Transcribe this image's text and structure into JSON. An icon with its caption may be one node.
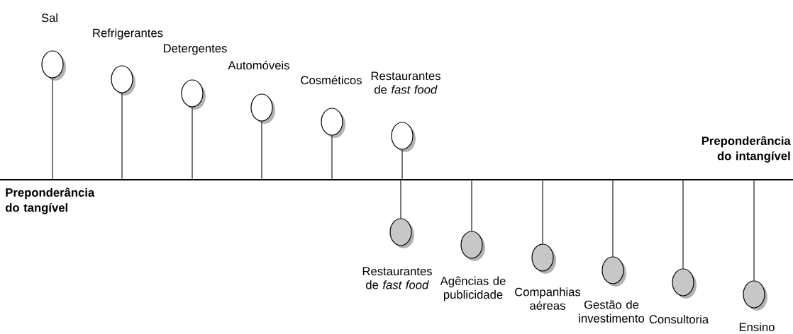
{
  "diagram": {
    "nodes": [
      {
        "text": [
          "Sal"
        ]
      },
      {
        "text": [
          "Refrigerantes"
        ]
      },
      {
        "text": [
          "Detergentes"
        ]
      },
      {
        "text": [
          "Automóveis"
        ]
      },
      {
        "text": [
          "Cosméticos"
        ]
      },
      {
        "text": [
          "Restaurantes de *fast food*"
        ]
      },
      {
        "text": [
          "Restaurantes de *fast food*"
        ]
      },
      {
        "text": [
          "Agências de publicidade"
        ]
      },
      {
        "text": [
          "Companhias aéreas"
        ]
      },
      {
        "text": [
          "Gestão de investimento"
        ]
      },
      {
        "text": [
          "Consultoria"
        ]
      },
      {
        "text": [
          "Ensino"
        ]
      },
      {
        "text": [],
        "shape": "bar"
      }
    ],
    "edges": [
      {
        "from": 0,
        "to": 12,
        "arrow": "none"
      },
      {
        "from": 1,
        "to": 12,
        "arrow": "none"
      },
      {
        "from": 2,
        "to": 12,
        "arrow": "none"
      },
      {
        "from": 3,
        "to": 12,
        "arrow": "none"
      },
      {
        "from": 4,
        "to": 12,
        "arrow": "none"
      },
      {
        "from": 5,
        "to": 12,
        "arrow": "none"
      },
      {
        "from": 6,
        "to": 12,
        "arrow": "none"
      },
      {
        "from": 7,
        "to": 12,
        "arrow": "none"
      },
      {
        "from": 8,
        "to": 12,
        "arrow": "none"
      },
      {
        "from": 9,
        "to": 12,
        "arrow": "none"
      },
      {
        "from": 10,
        "to": 12,
        "arrow": "none"
      },
      {
        "from": 11,
        "to": 12,
        "arrow": "none"
      }
    ],
    "labels": [
      "Preponderância do intangível",
      "Preponderância do tangível"
    ]
  }
}
